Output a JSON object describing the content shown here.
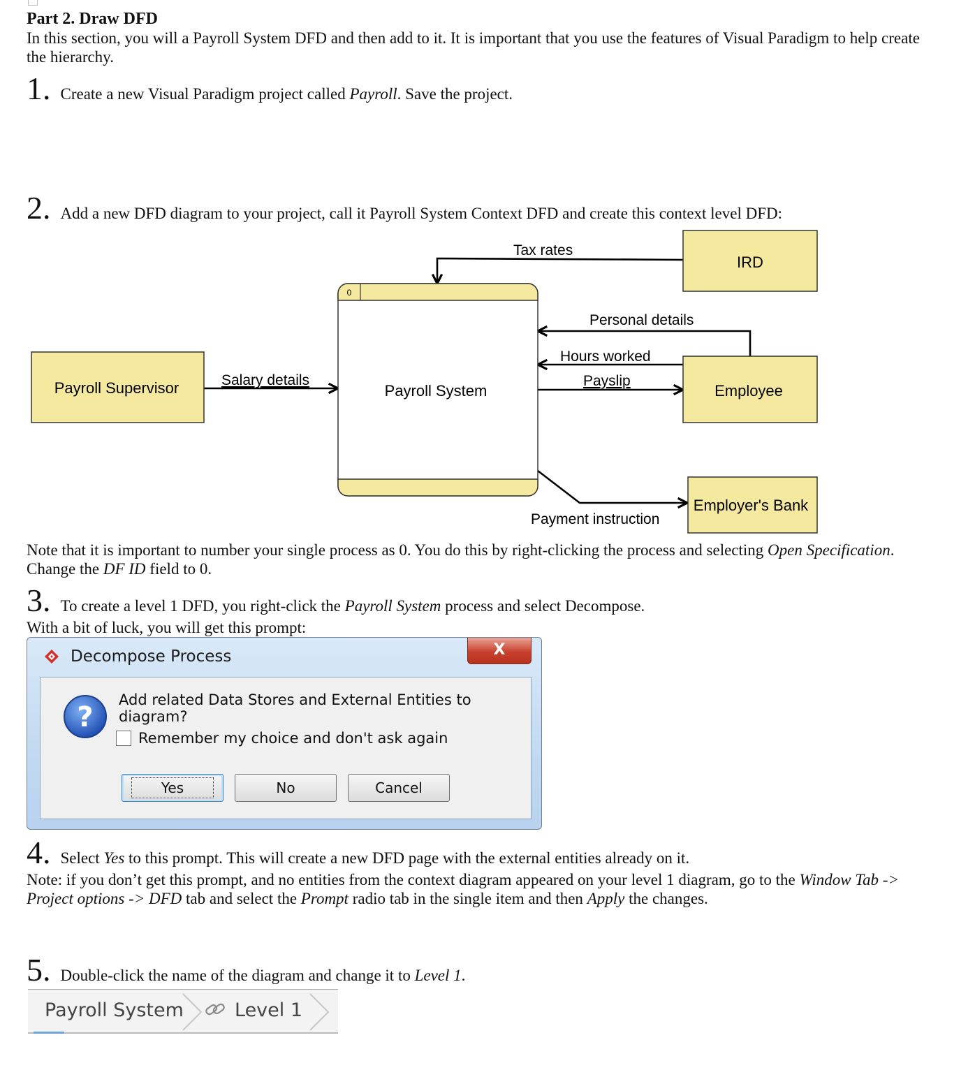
{
  "heading": "Part 2. Draw DFD",
  "intro": "In this section, you will a Payroll System DFD and then add to it. It is important that you use the features of Visual Paradigm to help create the hierarchy.",
  "steps": [
    {
      "num": "1.",
      "text_a": "Create a new Visual Paradigm project called ",
      "em": "Payroll",
      "text_b": ". Save the project."
    },
    {
      "num": "2.",
      "text": "Add a new DFD diagram to your project, call it Payroll System Context DFD and create this context level DFD:"
    },
    {
      "num": "3.",
      "text_a": "To create a level 1 DFD, you right-click the ",
      "em": "Payroll System",
      "text_b": " process and select Decompose."
    },
    {
      "num": "4.",
      "text_a": "Select ",
      "em": "Yes",
      "text_b": " to this prompt. This will create a new DFD page with the external entities already on it."
    },
    {
      "num": "5.",
      "text_a": "Double-click the name of the diagram and change it to ",
      "em": "Level 1",
      "text_b": "."
    }
  ],
  "note1": {
    "a": "Note that it is important to number your single process as 0. You do this by right-clicking the process and selecting ",
    "em1": "Open Specification",
    "b": ". Change the ",
    "em2": "DF ID",
    "c": " field to 0."
  },
  "prompt_line": "With a bit of luck, you will get this prompt:",
  "note2": {
    "a": "Note: if you don’t get this prompt, and no entities from the context diagram appeared on your level 1 diagram, go to the ",
    "em1": "Window Tab -> Project options -> DFD",
    "b": " tab and select the ",
    "em2": "Prompt",
    "c": " radio tab in the single item and then ",
    "em3": "Apply",
    "d": " the changes."
  },
  "dfd": {
    "process_id": "0",
    "process_name": "Payroll System",
    "entities": {
      "supervisor": "Payroll Supervisor",
      "ird": "IRD",
      "employee": "Employee",
      "bank": "Employer's Bank"
    },
    "flows": {
      "tax": "Tax rates",
      "personal": "Personal details",
      "hours": "Hours worked",
      "payslip": "Payslip",
      "salary": "Salary details",
      "payment": "Payment instruction"
    },
    "colors": {
      "entity_fill": "#f5e9a0",
      "process_header": "#f5e9a0"
    }
  },
  "dialog": {
    "title": "Decompose Process",
    "close": "X",
    "message": "Add related Data Stores and External Entities to diagram?",
    "checkbox_label": "Remember my choice and don't ask again",
    "buttons": {
      "yes": "Yes",
      "no": "No",
      "cancel": "Cancel"
    }
  },
  "tabs": {
    "first": "Payroll System",
    "second": "Level 1"
  }
}
